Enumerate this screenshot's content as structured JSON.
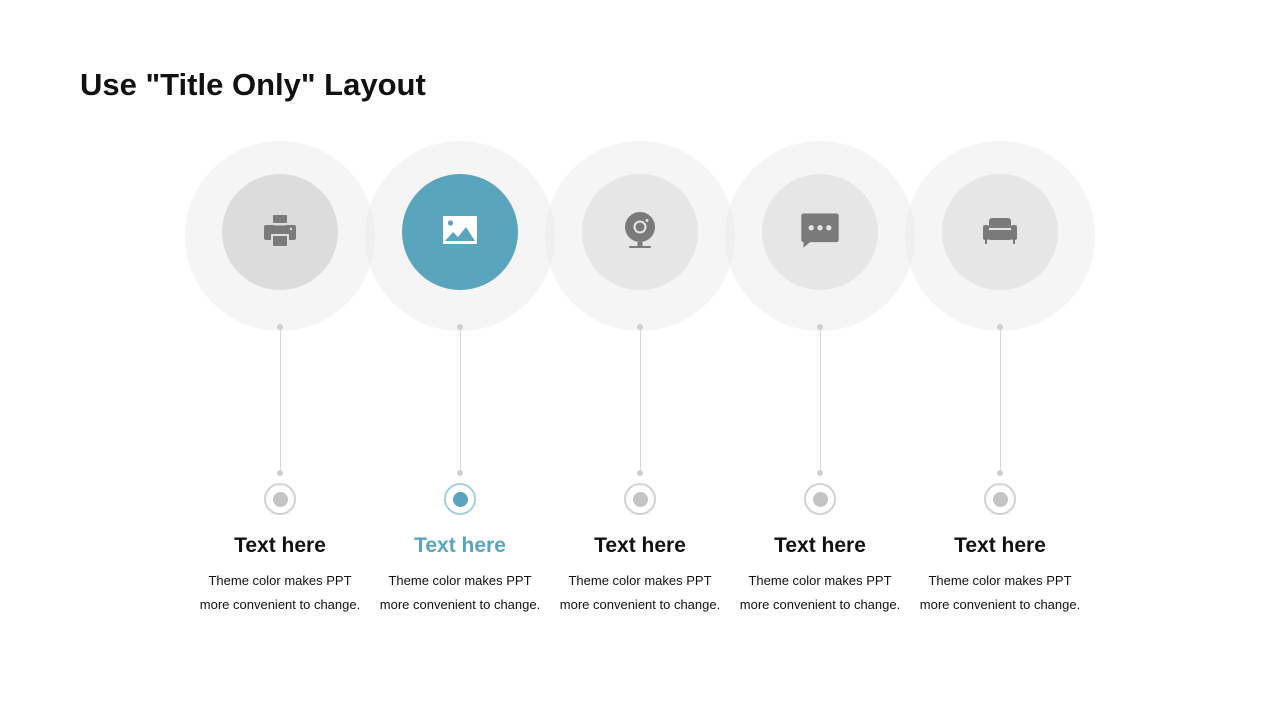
{
  "slide": {
    "title": "Use \"Title Only\" Layout"
  },
  "colors": {
    "accent": "#5aa5bd",
    "icon_gray": "#7a7a7a",
    "disc_gray": "#e6e6e6",
    "halo_gray": "#f2f2f2",
    "text": "#111111"
  },
  "items": [
    {
      "icon": "printer-icon",
      "title": "Text here",
      "desc_line1": "Theme  color makes  PPT",
      "desc_line2": "more convenient  to change.",
      "active": false
    },
    {
      "icon": "image-icon",
      "title": "Text here",
      "desc_line1": "Theme  color makes  PPT",
      "desc_line2": "more convenient  to change.",
      "active": true
    },
    {
      "icon": "webcam-icon",
      "title": "Text here",
      "desc_line1": "Theme  color makes  PPT",
      "desc_line2": "more convenient  to change.",
      "active": false
    },
    {
      "icon": "chat-bubble-icon",
      "title": "Text here",
      "desc_line1": "Theme  color makes  PPT",
      "desc_line2": "more convenient  to change.",
      "active": false
    },
    {
      "icon": "armchair-icon",
      "title": "Text here",
      "desc_line1": "Theme  color makes  PPT",
      "desc_line2": "more convenient  to change.",
      "active": false
    }
  ]
}
